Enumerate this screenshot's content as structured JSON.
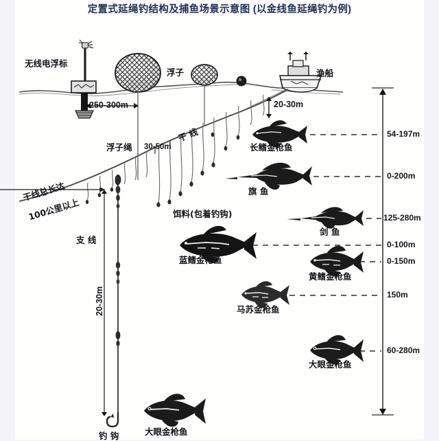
{
  "title": "定置式延绳钓结构及捕鱼场景示意图 (以金线鱼延绳钓为例)",
  "colors": {
    "page_background": "#f4f3f9",
    "canvas": "#fffffe",
    "title": "#1d2f55",
    "ink": "#15161a",
    "line": "#4a4a4a"
  },
  "labels": {
    "radio_buoy": "无线电浮标",
    "float": "浮子",
    "fishing_vessel": "渔船",
    "float_rope": "浮子绳",
    "main_line": "干 线",
    "branch_line": "支 线",
    "bait_with_hook": "饵料(包着钓钩)",
    "hook": "钓 钩",
    "main_line_total_1": "干线总长达",
    "main_line_total_2": "100公里以上"
  },
  "dimensions": {
    "buoy_to_float": "250-300m",
    "float_spacing": "30-50m",
    "branch_drop": "20-30m",
    "branch_line_length": "20-30m"
  },
  "fish": [
    {
      "name": "长鳍金枪鱼",
      "depth": "54-197m"
    },
    {
      "name": "旗 鱼",
      "depth": "0-200m"
    },
    {
      "name": "剑 鱼",
      "depth": "125-280m"
    },
    {
      "name": "蓝鳍金枪鱼",
      "depth": "0-100m"
    },
    {
      "name": "黄鳍金枪鱼",
      "depth": "0-150m"
    },
    {
      "name": "马苏金枪鱼",
      "depth": "150m"
    },
    {
      "name": "大眼金枪鱼",
      "depth": "60-280m"
    },
    {
      "name": "大眼金枪鱼",
      "depth": ""
    }
  ],
  "depth_axis": {
    "ticks": [
      "54-197m",
      "0-200m",
      "125-280m",
      "0-100m",
      "0-150m",
      "150m",
      "60-280m"
    ]
  }
}
